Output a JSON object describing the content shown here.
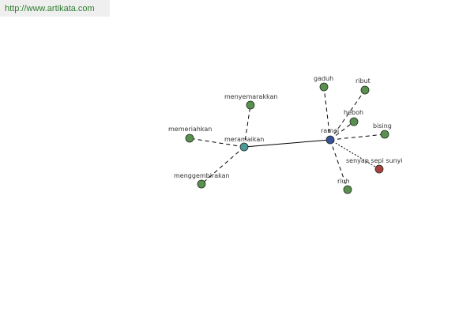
{
  "header": {
    "url": "http://www.artikata.com"
  },
  "colors": {
    "node_default": "#5a8f4f",
    "node_center": "#3a4f9a",
    "node_hub": "#4a9a9a",
    "node_antonym": "#a84040",
    "edge": "#000000"
  },
  "graph": {
    "nodes": [
      {
        "id": "ramai",
        "label": "ramai",
        "kind": "center"
      },
      {
        "id": "meramaikan",
        "label": "meramaikan",
        "kind": "hub"
      },
      {
        "id": "menyemarakkan",
        "label": "menyemarakkan",
        "kind": "default"
      },
      {
        "id": "memeriahkan",
        "label": "memeriahkan",
        "kind": "default"
      },
      {
        "id": "menggembirakan",
        "label": "menggembirakan",
        "kind": "default"
      },
      {
        "id": "gaduh",
        "label": "gaduh",
        "kind": "default"
      },
      {
        "id": "ribut",
        "label": "ribut",
        "kind": "default"
      },
      {
        "id": "heboh",
        "label": "heboh",
        "kind": "default"
      },
      {
        "id": "bising",
        "label": "bising",
        "kind": "default"
      },
      {
        "id": "senyap",
        "label": "senyap sepi sunyi",
        "kind": "antonym"
      },
      {
        "id": "riuh",
        "label": "riuh",
        "kind": "default"
      }
    ],
    "edges": [
      {
        "from": "ramai",
        "to": "meramaikan",
        "style": "solid"
      },
      {
        "from": "meramaikan",
        "to": "menyemarakkan",
        "style": "dashed"
      },
      {
        "from": "meramaikan",
        "to": "memeriahkan",
        "style": "dashed"
      },
      {
        "from": "meramaikan",
        "to": "menggembirakan",
        "style": "dashed"
      },
      {
        "from": "ramai",
        "to": "gaduh",
        "style": "dashed"
      },
      {
        "from": "ramai",
        "to": "ribut",
        "style": "dashed"
      },
      {
        "from": "ramai",
        "to": "heboh",
        "style": "dashed"
      },
      {
        "from": "ramai",
        "to": "bising",
        "style": "dashed"
      },
      {
        "from": "ramai",
        "to": "senyap",
        "style": "dotted"
      },
      {
        "from": "ramai",
        "to": "riuh",
        "style": "dashed"
      }
    ]
  }
}
